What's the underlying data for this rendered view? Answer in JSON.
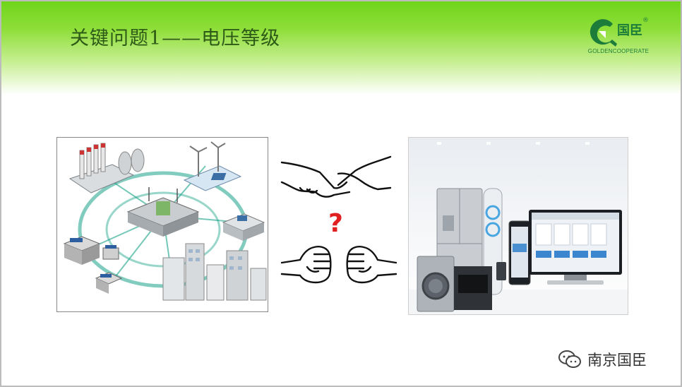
{
  "slide": {
    "title": "关键问题1——电压等级"
  },
  "logo": {
    "cn_text": "国臣",
    "en_text": "GOLDENCOOPERATE",
    "registered_mark": "®",
    "brand_color": "#1c7c3a"
  },
  "center_graphic": {
    "question_mark": "?",
    "question_color": "#e02020"
  },
  "watermark": {
    "text": "南京国臣"
  },
  "colors": {
    "banner_green": "#6fd51a",
    "title_green": "#2d5a16",
    "ring_teal": "#1aa38a"
  },
  "icons": {
    "left_image": "smart-grid-illustration",
    "handshake": "handshake-icon",
    "fists": "fist-bump-icon",
    "right_image": "smart-home-appliances",
    "wechat": "wechat-icon"
  }
}
